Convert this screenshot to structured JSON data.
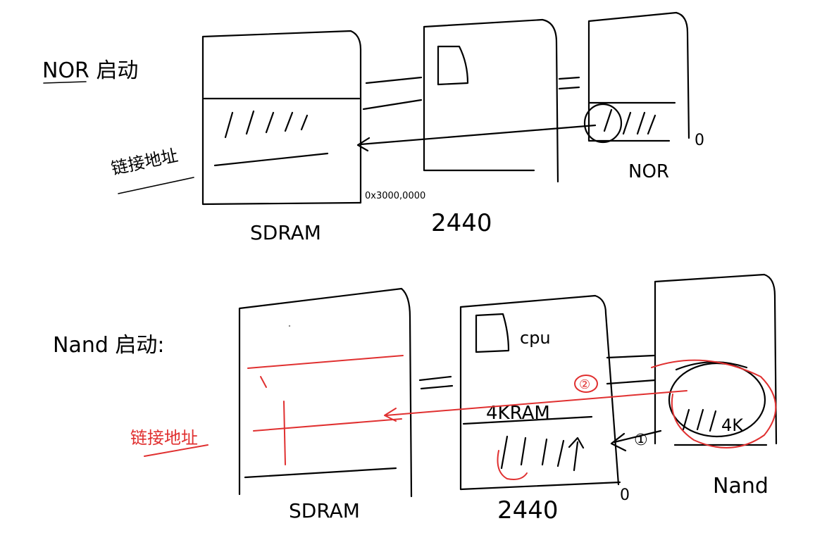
{
  "nor_section": {
    "heading": "NOR 启动",
    "sdram_label": "SDRAM",
    "cpu_label": "2440",
    "flash_label": "NOR",
    "link_address_label": "链接地址",
    "sdram_end_address": "0x3000,0000",
    "zero_marker": "0"
  },
  "nand_section": {
    "heading": "Nand 启动:",
    "sdram_label": "SDRAM",
    "cpu_label": "2440",
    "cpu_sublabel": "cpu",
    "sram_label": "4KRAM",
    "flash_label": "Nand",
    "flash_block_label": "4K",
    "link_address_label": "链接地址",
    "step_one": "①",
    "step_two": "②",
    "zero_marker": "0"
  },
  "colors": {
    "ink": "#000000",
    "annotation": "#e03030"
  }
}
